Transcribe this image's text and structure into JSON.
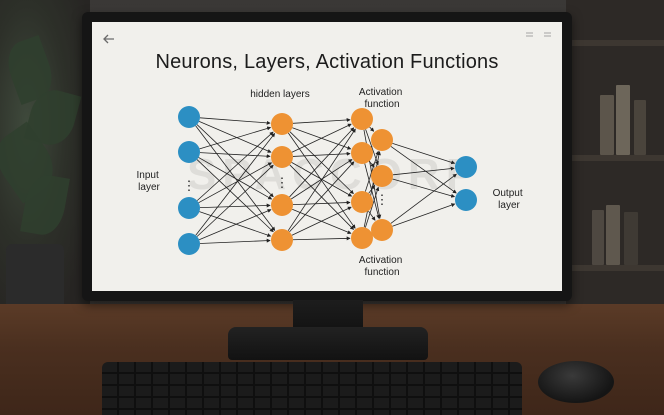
{
  "slide": {
    "title": "Neurons, Layers, Activation Functions",
    "labels": {
      "hidden_layers": "hidden layers",
      "activation_top": "Activation function",
      "activation_bottom": "Activation function",
      "input_layer": "Input layer",
      "output_layer": "Output layer",
      "ellipsis": "⋮"
    },
    "watermark": "SPACCORP"
  },
  "colors": {
    "input_neuron": "#2c8fc3",
    "hidden_neuron": "#ee9233",
    "output_neuron": "#2c8fc3",
    "screen_bg": "#f1f0ec",
    "title_text": "#1c1c1c"
  },
  "icons": {
    "back": "arrow-left-icon",
    "window_controls": [
      "minimize-icon",
      "maximize-icon"
    ]
  },
  "network": {
    "input_nodes": 4,
    "hidden_layers": 2,
    "hidden_nodes_per_layer": 4,
    "activation_nodes": 3,
    "output_nodes": 2
  }
}
